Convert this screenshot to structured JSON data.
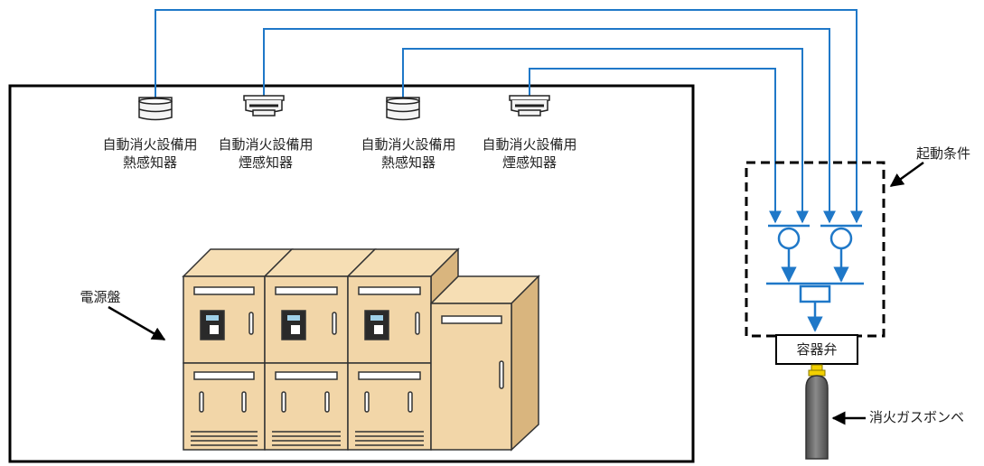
{
  "detectors": [
    {
      "line1": "自動消火設備用",
      "line2": "熱感知器",
      "kind": "heat"
    },
    {
      "line1": "自動消火設備用",
      "line2": "煙感知器",
      "kind": "smoke"
    },
    {
      "line1": "自動消火設備用",
      "line2": "熱感知器",
      "kind": "heat"
    },
    {
      "line1": "自動消火設備用",
      "line2": "煙感知器",
      "kind": "smoke"
    }
  ],
  "labels": {
    "power_panel": "電源盤",
    "start_condition": "起動条件",
    "valve": "容器弁",
    "gas_cylinder": "消火ガスボンベ"
  },
  "colors": {
    "wire": "#1f78c8",
    "cabinet": "#f2d6a8",
    "cylinder": "#6e6e6e",
    "cylinder_cap": "#f2d000"
  }
}
